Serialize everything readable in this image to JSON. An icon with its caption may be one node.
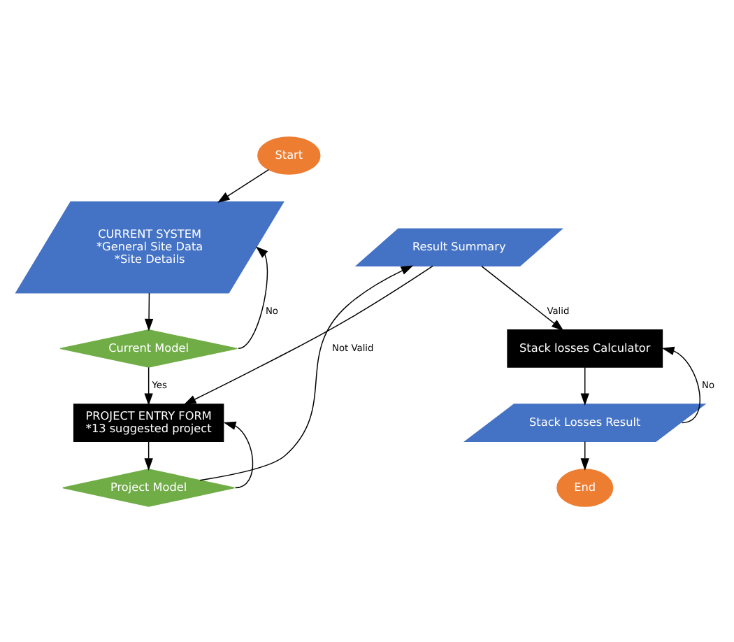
{
  "diagram": {
    "nodes": [
      {
        "text": [
          "Start"
        ]
      },
      {
        "text": [
          "CURRENT SYSTEM",
          "*General Site Data",
          "*Site Details"
        ]
      },
      {
        "text": [
          "Current Model"
        ]
      },
      {
        "text": [
          "PROJECT ENTRY FORM",
          "*13 suggested project"
        ]
      },
      {
        "text": [
          "Project Model"
        ]
      },
      {
        "text": [
          "Result Summary"
        ]
      },
      {
        "text": [
          "Stack losses Calculator"
        ]
      },
      {
        "text": [
          "Stack Losses Result"
        ]
      },
      {
        "text": [
          "End"
        ]
      }
    ],
    "edges": [
      {
        "from": 0,
        "to": 1,
        "arrow": "to"
      },
      {
        "from": 1,
        "to": 2,
        "arrow": "to"
      },
      {
        "from": 2,
        "to": 1,
        "arrow": "to",
        "label": "No"
      },
      {
        "from": 2,
        "to": 3,
        "arrow": "to",
        "label": "Yes"
      },
      {
        "from": 3,
        "to": 4,
        "arrow": "to"
      },
      {
        "from": 4,
        "to": 3,
        "arrow": "to"
      },
      {
        "from": 4,
        "to": 5,
        "arrow": "to"
      },
      {
        "from": 5,
        "to": 6,
        "arrow": "to",
        "label": "Valid"
      },
      {
        "from": 5,
        "to": 3,
        "arrow": "to",
        "label": "Not Valid"
      },
      {
        "from": 6,
        "to": 7,
        "arrow": "to"
      },
      {
        "from": 7,
        "to": 6,
        "arrow": "to",
        "label": "No"
      },
      {
        "from": 7,
        "to": 8,
        "arrow": "to"
      }
    ]
  }
}
